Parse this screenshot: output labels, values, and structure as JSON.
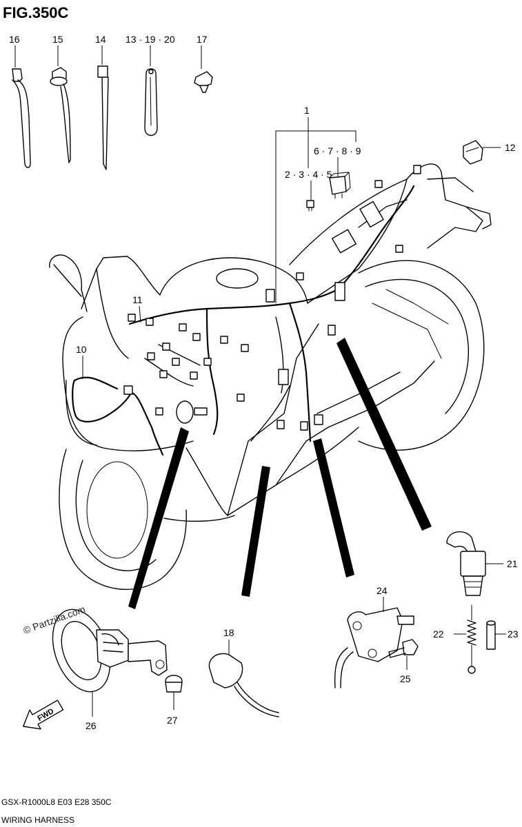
{
  "figure_title": "FIG.350C",
  "callouts": {
    "c1": "1",
    "c2_5": "2 · 3 · 4 · 5",
    "c6_9": "6 · 7 · 8 · 9",
    "c10": "10",
    "c11": "11",
    "c12": "12",
    "c13_20": "13 · 19 · 20",
    "c14": "14",
    "c15": "15",
    "c16": "16",
    "c17": "17",
    "c18": "18",
    "c21": "21",
    "c22": "22",
    "c23": "23",
    "c24": "24",
    "c25": "25",
    "c26": "26",
    "c27": "27"
  },
  "watermark": "© Partzilla.com",
  "fwd_label": "FWD",
  "footer": {
    "model_code": "GSX-R1000L8  E03  E28  350C",
    "section": "WIRING HARNESS"
  }
}
